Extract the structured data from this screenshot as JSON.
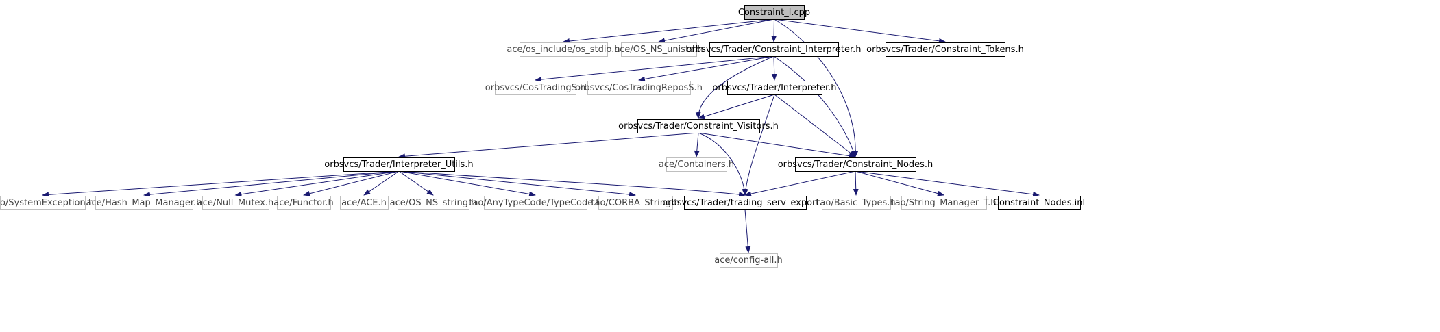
{
  "graph": {
    "nodes": [
      {
        "id": "constraint_l_cpp",
        "label": "Constraint_l.cpp",
        "kind": "root"
      },
      {
        "id": "os_stdio",
        "label": "ace/os_include/os_stdio.h",
        "kind": "external"
      },
      {
        "id": "os_ns_unistd",
        "label": "ace/OS_NS_unistd.h",
        "kind": "external"
      },
      {
        "id": "constraint_interpreter",
        "label": "orbsvcs/Trader/Constraint_Interpreter.h",
        "kind": "internal"
      },
      {
        "id": "constraint_tokens",
        "label": "orbsvcs/Trader/Constraint_Tokens.h",
        "kind": "internal"
      },
      {
        "id": "costradings",
        "label": "orbsvcs/CosTradingS.h",
        "kind": "external"
      },
      {
        "id": "costradingreposs",
        "label": "orbsvcs/CosTradingReposS.h",
        "kind": "external"
      },
      {
        "id": "interpreter",
        "label": "orbsvcs/Trader/Interpreter.h",
        "kind": "internal"
      },
      {
        "id": "constraint_visitors",
        "label": "orbsvcs/Trader/Constraint_Visitors.h",
        "kind": "internal"
      },
      {
        "id": "interpreter_utils",
        "label": "orbsvcs/Trader/Interpreter_Utils.h",
        "kind": "internal"
      },
      {
        "id": "containers",
        "label": "ace/Containers.h",
        "kind": "external"
      },
      {
        "id": "constraint_nodes",
        "label": "orbsvcs/Trader/Constraint_Nodes.h",
        "kind": "internal"
      },
      {
        "id": "systemexception",
        "label": "tao/SystemException.h",
        "kind": "external"
      },
      {
        "id": "hash_map_manager",
        "label": "ace/Hash_Map_Manager.h",
        "kind": "external"
      },
      {
        "id": "null_mutex",
        "label": "ace/Null_Mutex.h",
        "kind": "external"
      },
      {
        "id": "functor",
        "label": "ace/Functor.h",
        "kind": "external"
      },
      {
        "id": "ace_h",
        "label": "ace/ACE.h",
        "kind": "external"
      },
      {
        "id": "os_ns_string",
        "label": "ace/OS_NS_string.h",
        "kind": "external"
      },
      {
        "id": "typecode",
        "label": "tao/AnyTypeCode/TypeCode.h",
        "kind": "external"
      },
      {
        "id": "corba_string",
        "label": "tao/CORBA_String.h",
        "kind": "external"
      },
      {
        "id": "trading_serv_export",
        "label": "orbsvcs/Trader/trading_serv_export.h",
        "kind": "internal"
      },
      {
        "id": "basic_types",
        "label": "tao/Basic_Types.h",
        "kind": "external"
      },
      {
        "id": "string_manager_t",
        "label": "tao/String_Manager_T.h",
        "kind": "external"
      },
      {
        "id": "constraint_nodes_inl",
        "label": "Constraint_Nodes.inl",
        "kind": "internal"
      },
      {
        "id": "config_all",
        "label": "ace/config-all.h",
        "kind": "external"
      }
    ],
    "edges": [
      {
        "from": "constraint_l_cpp",
        "to": "os_stdio"
      },
      {
        "from": "constraint_l_cpp",
        "to": "os_ns_unistd"
      },
      {
        "from": "constraint_l_cpp",
        "to": "constraint_interpreter"
      },
      {
        "from": "constraint_l_cpp",
        "to": "constraint_tokens"
      },
      {
        "from": "constraint_l_cpp",
        "to": "constraint_nodes"
      },
      {
        "from": "constraint_interpreter",
        "to": "costradings"
      },
      {
        "from": "constraint_interpreter",
        "to": "costradingreposs"
      },
      {
        "from": "constraint_interpreter",
        "to": "interpreter"
      },
      {
        "from": "constraint_interpreter",
        "to": "constraint_visitors"
      },
      {
        "from": "constraint_interpreter",
        "to": "constraint_nodes"
      },
      {
        "from": "interpreter",
        "to": "constraint_visitors"
      },
      {
        "from": "interpreter",
        "to": "constraint_nodes"
      },
      {
        "from": "interpreter",
        "to": "trading_serv_export"
      },
      {
        "from": "constraint_visitors",
        "to": "interpreter_utils"
      },
      {
        "from": "constraint_visitors",
        "to": "containers"
      },
      {
        "from": "constraint_visitors",
        "to": "constraint_nodes"
      },
      {
        "from": "constraint_visitors",
        "to": "trading_serv_export"
      },
      {
        "from": "interpreter_utils",
        "to": "systemexception"
      },
      {
        "from": "interpreter_utils",
        "to": "hash_map_manager"
      },
      {
        "from": "interpreter_utils",
        "to": "null_mutex"
      },
      {
        "from": "interpreter_utils",
        "to": "functor"
      },
      {
        "from": "interpreter_utils",
        "to": "ace_h"
      },
      {
        "from": "interpreter_utils",
        "to": "os_ns_string"
      },
      {
        "from": "interpreter_utils",
        "to": "typecode"
      },
      {
        "from": "interpreter_utils",
        "to": "corba_string"
      },
      {
        "from": "interpreter_utils",
        "to": "trading_serv_export"
      },
      {
        "from": "constraint_nodes",
        "to": "trading_serv_export"
      },
      {
        "from": "constraint_nodes",
        "to": "basic_types"
      },
      {
        "from": "constraint_nodes",
        "to": "string_manager_t"
      },
      {
        "from": "constraint_nodes",
        "to": "constraint_nodes_inl"
      },
      {
        "from": "trading_serv_export",
        "to": "config_all"
      }
    ]
  },
  "colors": {
    "edge": "#191970",
    "root_fill": "#bfbfbf",
    "internal_border": "#000000",
    "external_border": "#bfbfbf",
    "background": "#ffffff"
  }
}
